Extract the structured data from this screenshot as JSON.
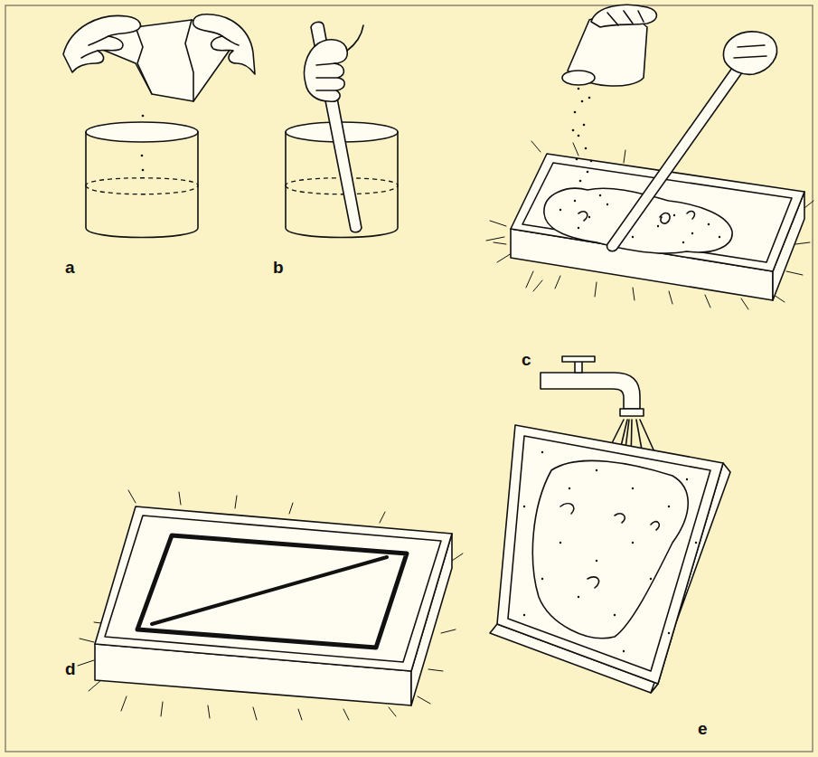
{
  "diagram": {
    "labels": [
      "a",
      "b",
      "c",
      "d",
      "e"
    ]
  }
}
